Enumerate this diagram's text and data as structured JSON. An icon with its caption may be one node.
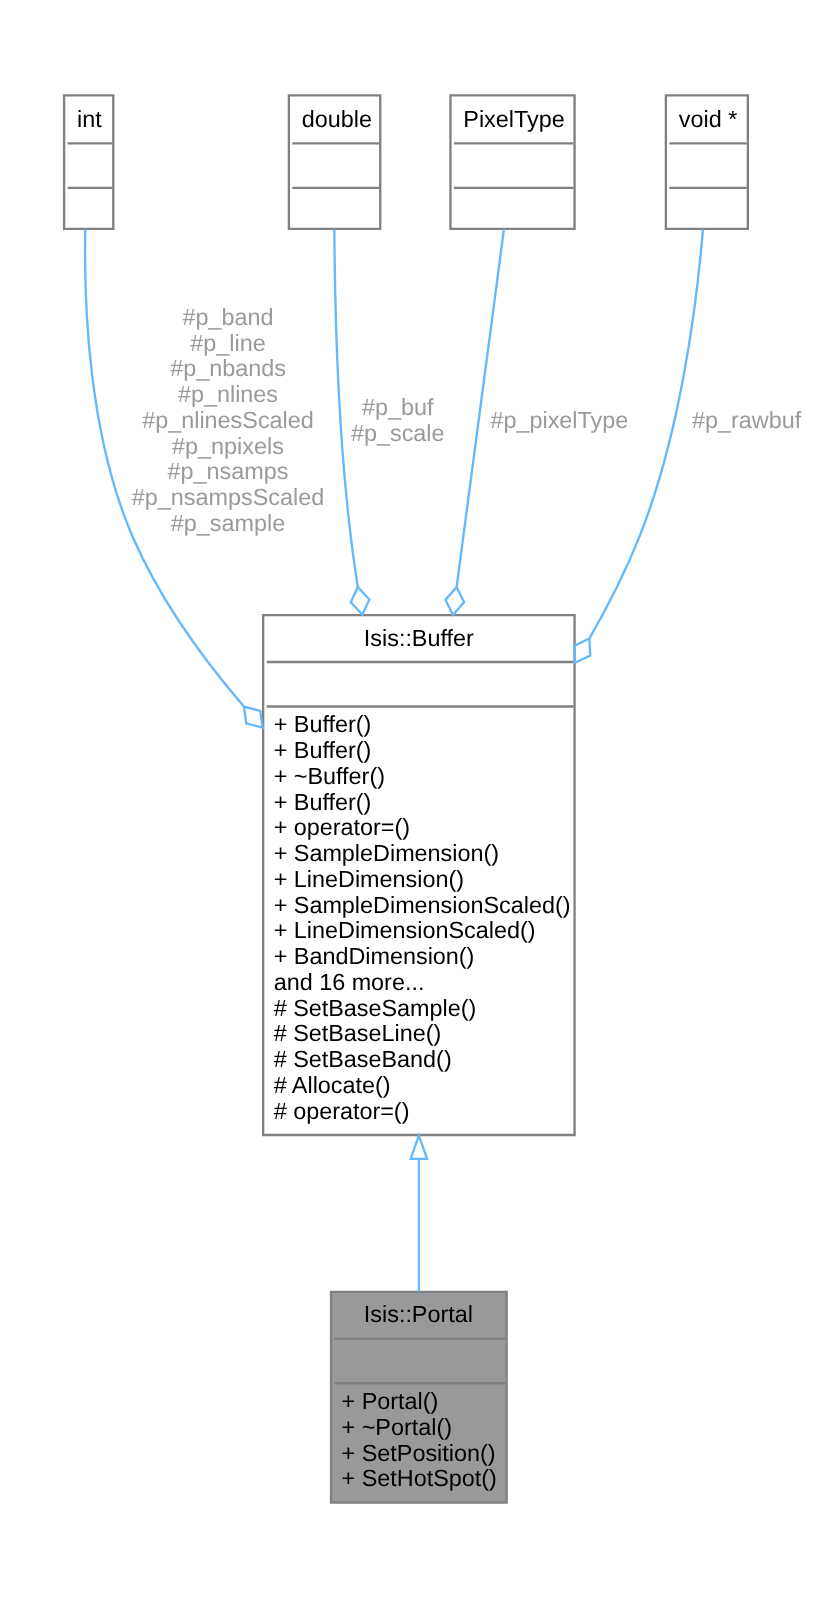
{
  "diagram": {
    "nodes": [
      {
        "text": [
          "int"
        ]
      },
      {
        "text": [
          "double"
        ]
      },
      {
        "text": [
          "PixelType"
        ]
      },
      {
        "text": [
          "void *"
        ]
      },
      {
        "text": [
          "Isis::Buffer",
          "+ Buffer()",
          "+ Buffer()",
          "+ ~Buffer()",
          "+ Buffer()",
          "+ operator=()",
          "+ SampleDimension()",
          "+ LineDimension()",
          "+ SampleDimensionScaled()",
          "+ LineDimensionScaled()",
          "+ BandDimension()",
          "and 16 more...",
          "# SetBaseSample()",
          "# SetBaseLine()",
          "# SetBaseBand()",
          "# Allocate()",
          "# operator=()"
        ]
      },
      {
        "text": [
          "Isis::Portal",
          "+ Portal()",
          "+ ~Portal()",
          "+ SetPosition()",
          "+ SetHotSpot()"
        ]
      }
    ],
    "edges": [
      {
        "from": 0,
        "to": 4,
        "arrow": "other",
        "label": "#p_band #p_line #p_nbands #p_nlines #p_nlinesScaled #p_npixels #p_nsamps #p_nsampsScaled #p_sample"
      },
      {
        "from": 1,
        "to": 4,
        "arrow": "other",
        "label": "#p_buf #p_scale"
      },
      {
        "from": 2,
        "to": 4,
        "arrow": "other",
        "label": "#p_pixelType"
      },
      {
        "from": 3,
        "to": 4,
        "arrow": "other",
        "label": "#p_rawbuf"
      },
      {
        "from": 5,
        "to": 4,
        "arrow": "to"
      }
    ]
  }
}
